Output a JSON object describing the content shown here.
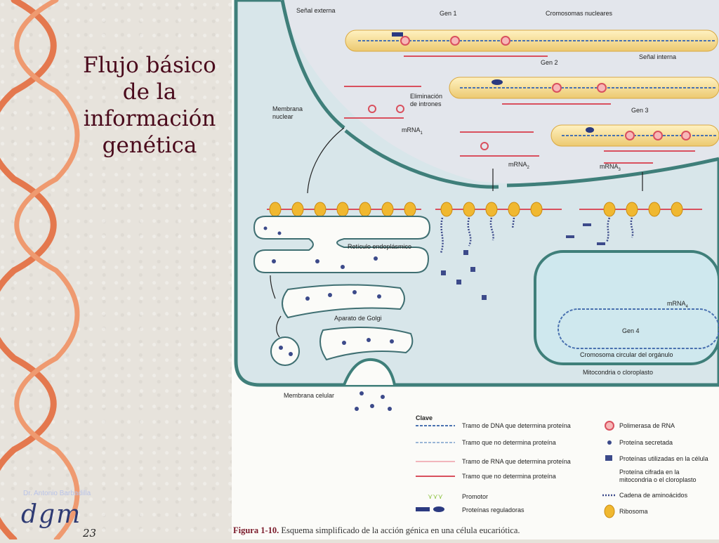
{
  "slide": {
    "title_lines": [
      "Flujo básico",
      "de la",
      "información",
      "genética"
    ],
    "credit": "Dr. Antonio Barbadilla",
    "logo_text": "dgm",
    "page_number": "23"
  },
  "figure": {
    "labels": {
      "senal_externa": "Señal externa",
      "gen1": "Gen 1",
      "cromosomas": "Cromosomas nucleares",
      "senal_interna": "Señal interna",
      "gen2": "Gen 2",
      "eliminacion1": "Eliminación",
      "eliminacion2": "de intrones",
      "mrna1": "mRNA",
      "mrna1_sub": "1",
      "membrana_nuclear1": "Membrana",
      "membrana_nuclear2": "nuclear",
      "gen3": "Gen 3",
      "mrna2": "mRNA",
      "mrna2_sub": "2",
      "mrna3": "mRNA",
      "mrna3_sub": "3",
      "reticulo": "Retículo endoplásmico",
      "golgi": "Aparato de Golgi",
      "mrna4": "mRNA",
      "mrna4_sub": "4",
      "gen4": "Gen 4",
      "cromosoma_circular": "Cromosoma circular del orgánulo",
      "mitocondria": "Mitocondria o cloroplasto",
      "membrana_celular": "Membrana celular"
    },
    "key_title": "Clave",
    "key_left": [
      "Tramo de DNA que determina proteína",
      "Tramo que no determina proteína",
      "Tramo de RNA que determina proteína",
      "Tramo que no determina proteína",
      "Promotor",
      "Proteínas reguladoras"
    ],
    "key_right": [
      "Polimerasa de RNA",
      "Proteína secretada",
      "Proteínas utilizadas en la célula",
      "Proteína cifrada en la",
      "mitocondria o el cloroplasto",
      "Cadena de aminoácidos",
      "Ribosoma"
    ]
  },
  "caption": {
    "figure_label": "Figura 1-10.",
    "text": "Esquema simplificado de la acción génica en una célula eucariótica."
  },
  "colors": {
    "helix": "#e4784e",
    "title": "#4a0a1c",
    "cytoplasm": "#d8e6ea",
    "nucleus": "#e3e6ec",
    "chromosome": "#f2d98a",
    "rna": "#d9505e",
    "ribosome": "#f0b830",
    "protein": "#3c4a8a"
  }
}
